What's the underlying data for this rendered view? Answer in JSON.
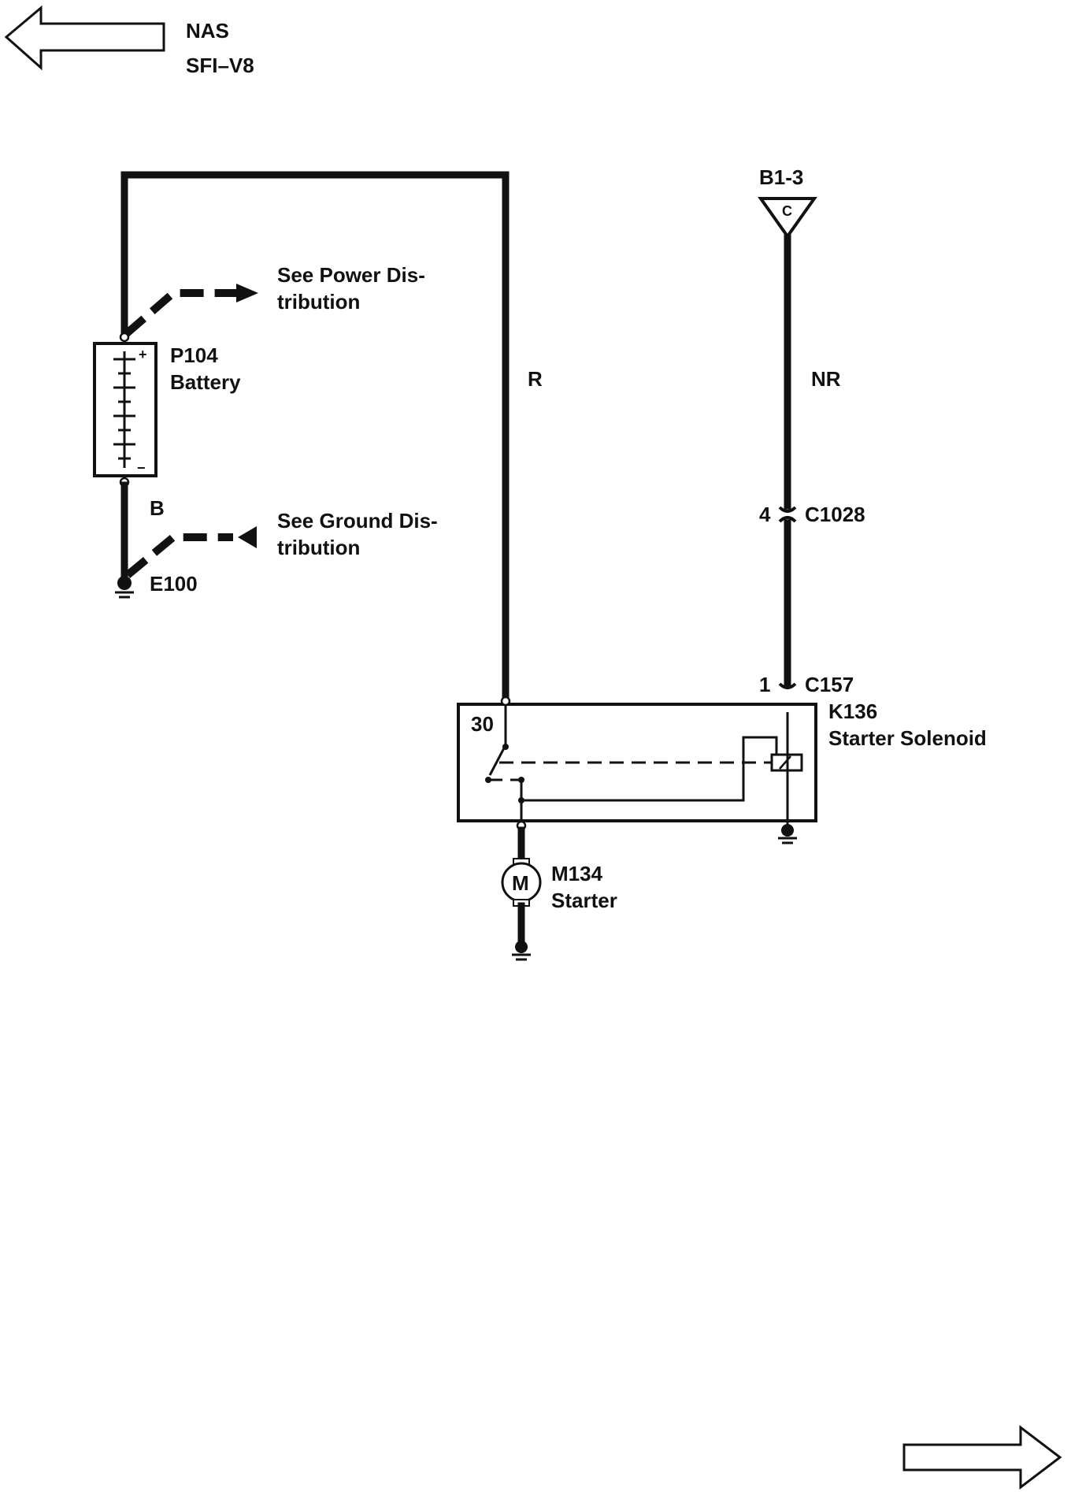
{
  "header": {
    "line1": "NAS",
    "line2": "SFI–V8"
  },
  "battery": {
    "ref": "P104",
    "name": "Battery",
    "plus": "+",
    "minus": "−"
  },
  "power_ref": {
    "line1": "See Power Dis-",
    "line2": "tribution"
  },
  "ground_ref": {
    "line1": "See Ground Dis-",
    "line2": "tribution"
  },
  "wires": {
    "red": "R",
    "black": "B",
    "nr": "NR"
  },
  "ground": {
    "battery_ground": "E100"
  },
  "connectors": {
    "b1": "B1-3",
    "b1_pin": "C",
    "c1028_pin": "4",
    "c1028": "C1028",
    "c157_pin": "1",
    "c157": "C157"
  },
  "solenoid": {
    "ref": "K136",
    "name": "Starter Solenoid",
    "terminal": "30"
  },
  "starter": {
    "ref": "M134",
    "name": "Starter",
    "symbol": "M"
  },
  "navigation": {
    "prev_icon": "arrow-left-icon",
    "next_icon": "arrow-right-icon"
  }
}
